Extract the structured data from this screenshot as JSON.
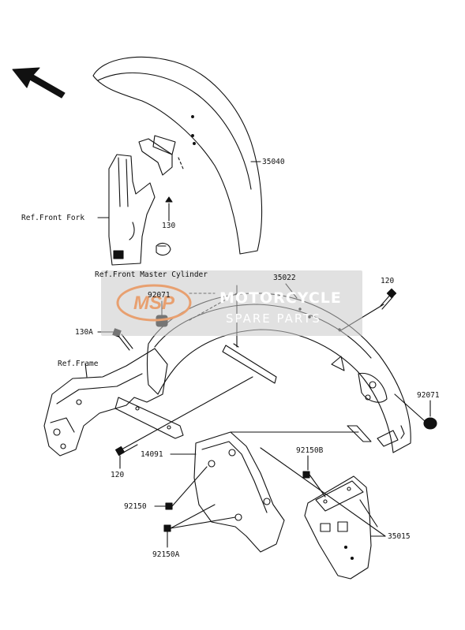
{
  "labels": {
    "p35040": "35040",
    "ref_front_fork": "Ref.Front Fork",
    "p130": "130",
    "ref_front_master_cylinder": "Ref.Front Master Cylinder",
    "p35022": "35022",
    "p120_top": "120",
    "p92071_left": "92071",
    "p130A": "130A",
    "ref_frame": "Ref.Frame",
    "p92071_right": "92071",
    "p14091": "14091",
    "p92150B": "92150B",
    "p120_bottom": "120",
    "p92150": "92150",
    "p92150A": "92150A",
    "p35015": "35015"
  },
  "watermark": {
    "logo_text": "MSP",
    "line1": "MOTORCYCLE",
    "line2": "SPARE PARTS",
    "logo_color": "#e8a070"
  },
  "icons": {
    "direction": "arrow-up-left-icon"
  }
}
